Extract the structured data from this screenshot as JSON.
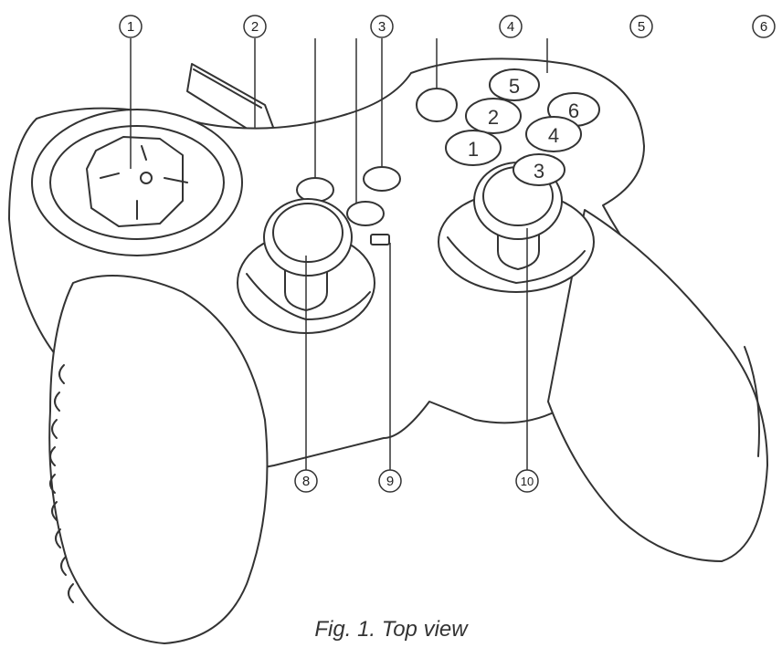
{
  "figure": {
    "caption": "Fig. 1. Top view"
  },
  "callouts": {
    "c1": "1",
    "c2": "2",
    "c3": "3",
    "c4": "4",
    "c5": "5",
    "c6": "6",
    "c8": "8",
    "c9": "9",
    "c10": "10"
  },
  "buttons": {
    "b1": "1",
    "b2": "2",
    "b3": "3",
    "b4": "4",
    "b5": "5",
    "b6": "6"
  },
  "colors": {
    "line": "#333333",
    "fill": "#ffffff"
  }
}
